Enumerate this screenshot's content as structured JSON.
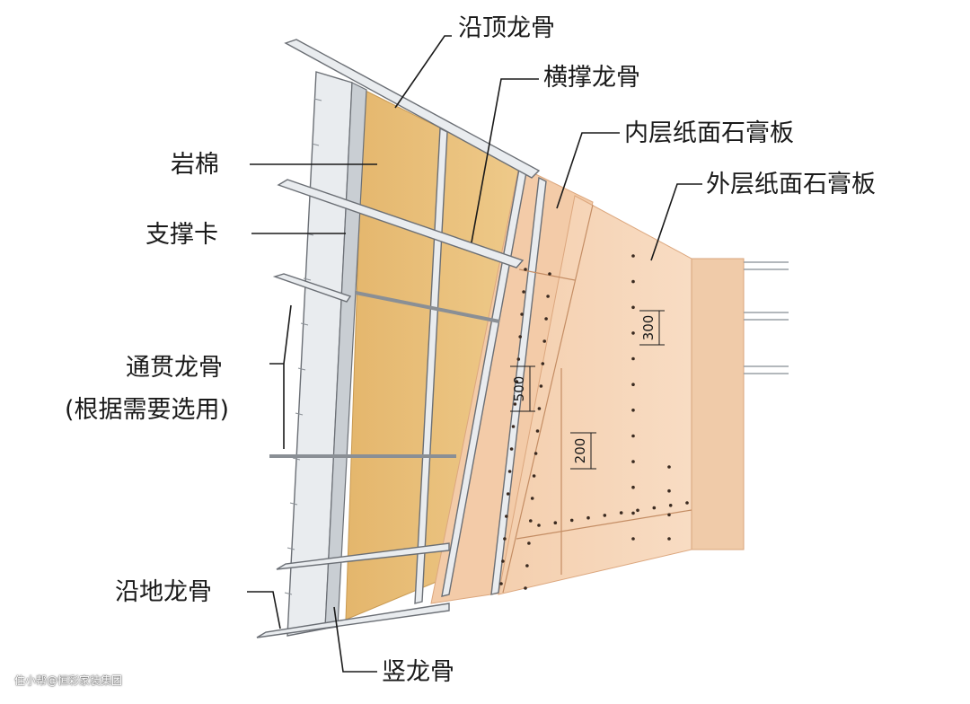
{
  "labels": {
    "top_track": "沿顶龙骨",
    "cross_brace": "横撑龙骨",
    "inner_board": "内层纸面石膏板",
    "outer_board": "外层纸面石膏板",
    "rock_wool": "岩棉",
    "support_clip": "支撑卡",
    "through_channel": "通贯龙骨",
    "through_channel_note": "(根据需要选用)",
    "floor_track": "沿地龙骨",
    "vertical_stud": "竖龙骨"
  },
  "dimensions": {
    "d300": "300",
    "d500": "500",
    "d200": "200"
  },
  "watermark": "住小帮@恒彩家装集团",
  "colors": {
    "rock_wool": "#e8bf7a",
    "gypsum": "#f6d5b8",
    "gypsum_edge": "#e7b994",
    "steel": "#e9ecef"
  }
}
